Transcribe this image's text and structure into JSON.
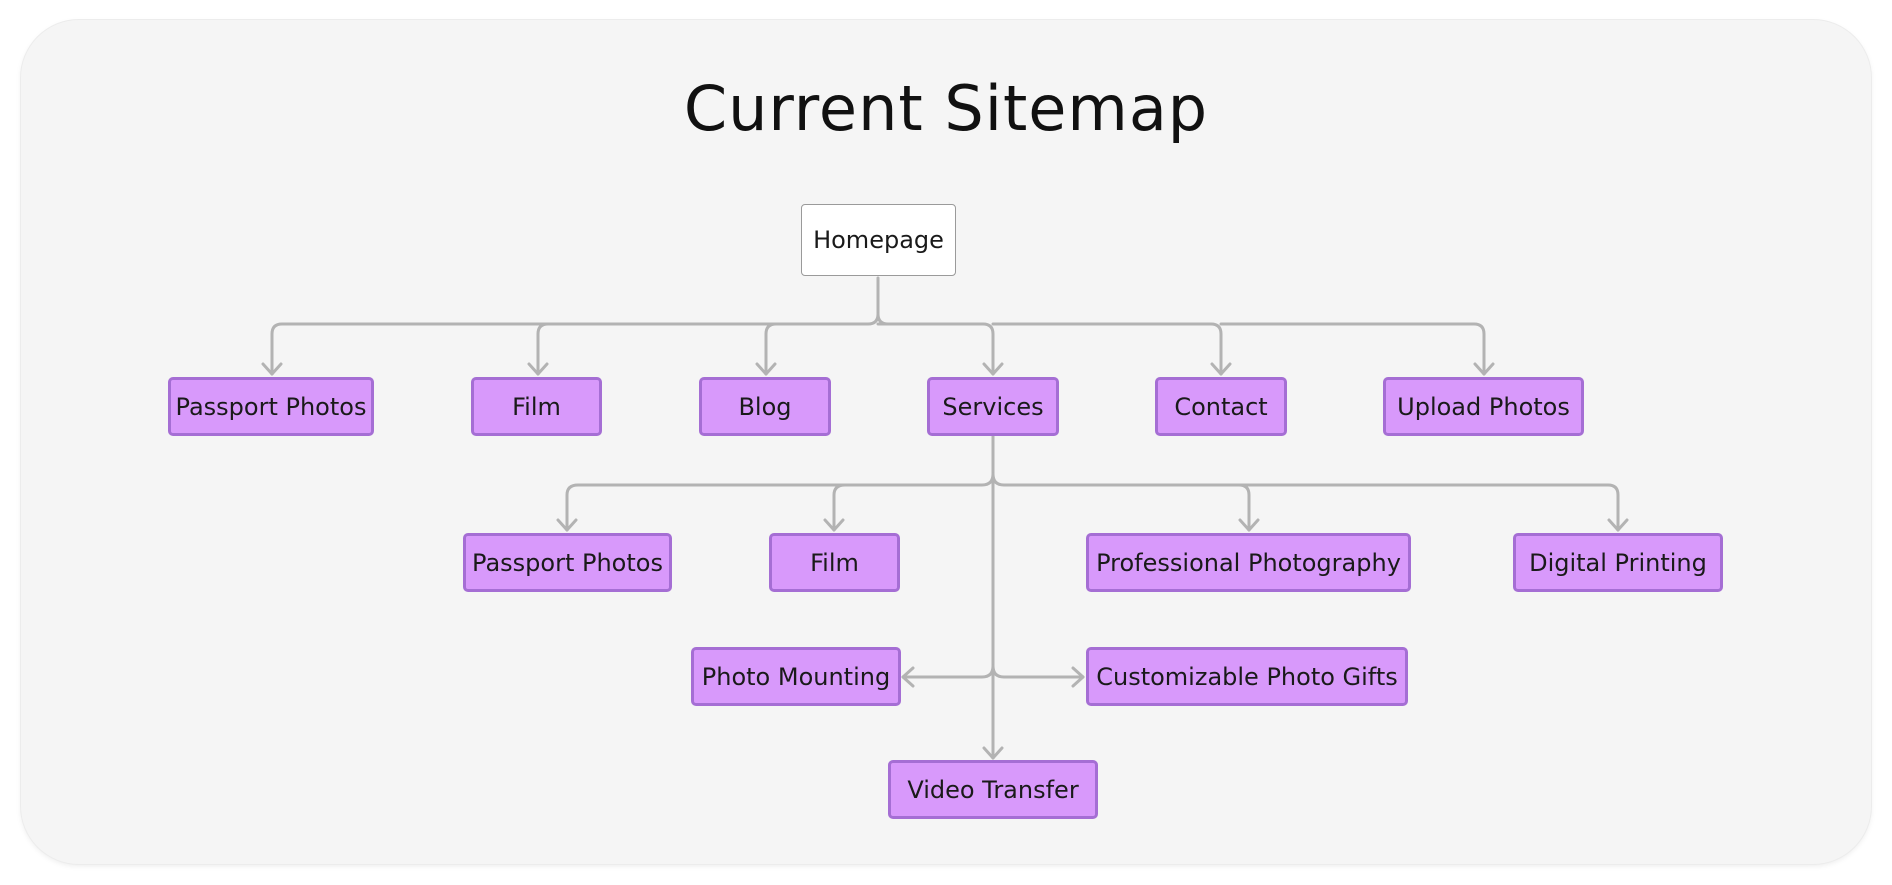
{
  "title": "Current Sitemap",
  "colors": {
    "background": "#ffffff",
    "card": "#f5f5f5",
    "node_fill": "#d899fb",
    "node_border": "#a56ed4",
    "root_fill": "#ffffff",
    "root_border": "#9a9a9a",
    "connector": "#b3b3b3",
    "text": "#1a1a1a"
  },
  "nodes": {
    "homepage": "Homepage",
    "passport_photos": "Passport Photos",
    "film": "Film",
    "blog": "Blog",
    "services": "Services",
    "contact": "Contact",
    "upload_photos": "Upload Photos",
    "services_passport_photos": "Passport Photos",
    "services_film": "Film",
    "professional_photography": "Professional Photography",
    "digital_printing": "Digital Printing",
    "photo_mounting": "Photo Mounting",
    "customizable_photo_gifts": "Customizable Photo Gifts",
    "video_transfer": "Video Transfer"
  },
  "edges": [
    [
      "homepage",
      "passport_photos"
    ],
    [
      "homepage",
      "film"
    ],
    [
      "homepage",
      "blog"
    ],
    [
      "homepage",
      "services"
    ],
    [
      "homepage",
      "contact"
    ],
    [
      "homepage",
      "upload_photos"
    ],
    [
      "services",
      "services_passport_photos"
    ],
    [
      "services",
      "services_film"
    ],
    [
      "services",
      "professional_photography"
    ],
    [
      "services",
      "digital_printing"
    ],
    [
      "services",
      "photo_mounting"
    ],
    [
      "services",
      "customizable_photo_gifts"
    ],
    [
      "services",
      "video_transfer"
    ]
  ]
}
